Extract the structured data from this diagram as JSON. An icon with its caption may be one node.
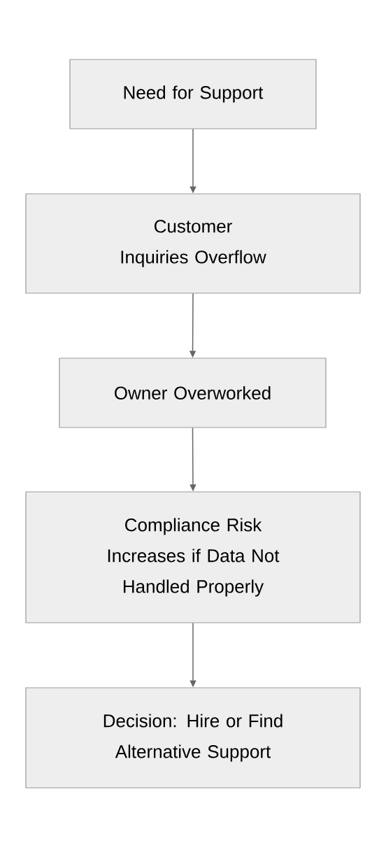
{
  "diagram": {
    "nodes": [
      {
        "text": [
          "Need for Support"
        ]
      },
      {
        "text": [
          "Customer Inquiries Overflow"
        ]
      },
      {
        "text": [
          "Owner Overworked"
        ]
      },
      {
        "text": [
          "Compliance Risk Increases if Data Not Handled Properly"
        ]
      },
      {
        "text": [
          "Decision: Hire or Find Alternative Support"
        ]
      }
    ],
    "edges": [
      {
        "from": 0,
        "to": 1,
        "arrow": "to"
      },
      {
        "from": 1,
        "to": 2,
        "arrow": "to"
      },
      {
        "from": 2,
        "to": 3,
        "arrow": "to"
      },
      {
        "from": 3,
        "to": 4,
        "arrow": "to"
      }
    ]
  }
}
